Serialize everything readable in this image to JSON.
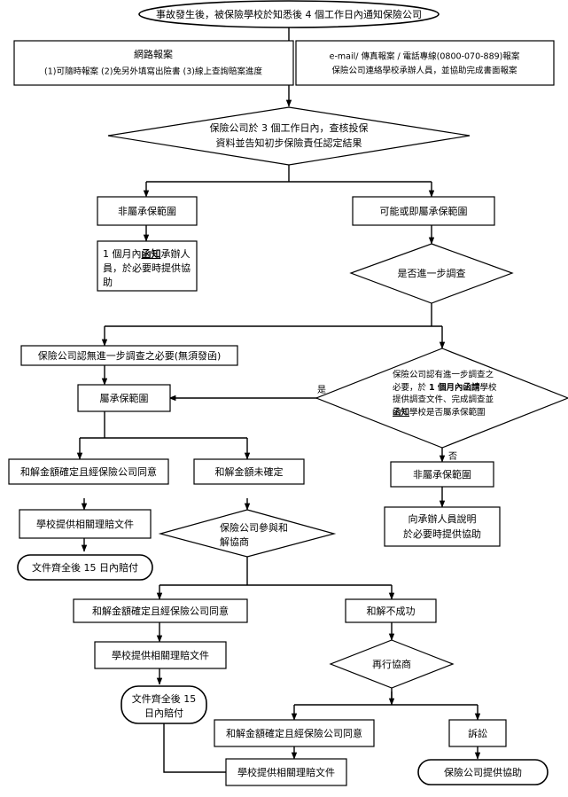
{
  "diagram": {
    "title": "學校保險理賠流程圖",
    "type": "flowchart",
    "colors": {
      "stroke": "#000000",
      "fill": "#ffffff",
      "text": "#000000"
    }
  },
  "nodes": {
    "start": {
      "shape": "terminator",
      "text": "事故發生後，被保險學校於知悉後 4 個工作日內通知保險公司"
    },
    "online_report": {
      "shape": "process",
      "line1": "網路報案",
      "line2": "(1)可隨時報案  (2)免另外填寫出險書  (3)線上查詢賠案進度"
    },
    "email_report": {
      "shape": "process",
      "line1": "e-mail/ 傳真報案 / 電話專線(0800-070-889)報案",
      "line2": "保險公司連絡學校承辦人員，並協助完成書面報案"
    },
    "review": {
      "shape": "decision",
      "line1": "保險公司於 3 個工作日內，查核投保",
      "line2": "資料並告知初步保險責任認定結果"
    },
    "not_covered_1": {
      "shape": "process",
      "text": "非屬承保範圍"
    },
    "notify_1month": {
      "shape": "process",
      "line1_a": "1 個月內",
      "line1_b": "函知",
      "line1_c": "承辦人",
      "line2": "員，於必要時提供協",
      "line3": "助"
    },
    "maybe_covered": {
      "shape": "process",
      "text": "可能或即屬承保範圍"
    },
    "further_investigation": {
      "shape": "decision",
      "text": "是否進一步調查"
    },
    "no_investigation_needed": {
      "shape": "process",
      "text": "保險公司認無進一步調查之必要(無須發函)"
    },
    "investigation_needed": {
      "shape": "decision",
      "l1": "保險公司認有進一步調查之",
      "l2_a": "必要，於 ",
      "l2_b": "1 個月內函請",
      "l2_c": "學校",
      "l3": "提供調查文件、完成調查並",
      "l4_a": "函知",
      "l4_b": "學校是否屬承保範圍"
    },
    "covered": {
      "shape": "process",
      "text": "屬承保範圍"
    },
    "not_covered_2": {
      "shape": "process",
      "text": "非屬承保範圍"
    },
    "explain_to_staff": {
      "shape": "process",
      "line1": "向承辦人員說明",
      "line2": "於必要時提供協助"
    },
    "amount_agreed_1": {
      "shape": "process",
      "text": "和解金額確定且經保險公司同意"
    },
    "amount_undecided": {
      "shape": "process",
      "text": "和解金額未確定"
    },
    "school_docs_1": {
      "shape": "process",
      "text": "學校提供相關理賠文件"
    },
    "payout_1": {
      "shape": "terminator",
      "text": "文件齊全後 15 日內賠付"
    },
    "insurer_negotiate": {
      "shape": "decision",
      "line1": "保險公司參與和",
      "line2": "解協商"
    },
    "amount_agreed_2": {
      "shape": "process",
      "text": "和解金額確定且經保險公司同意"
    },
    "school_docs_2": {
      "shape": "process",
      "text": "學校提供相關理賠文件"
    },
    "payout_2": {
      "shape": "terminator",
      "line1": "文件齊全後 15",
      "line2": "日內賠付"
    },
    "settlement_failed": {
      "shape": "process",
      "text": "和解不成功"
    },
    "renegotiate": {
      "shape": "decision",
      "text": "再行協商"
    },
    "amount_agreed_3": {
      "shape": "process",
      "text": "和解金額確定且經保險公司同意"
    },
    "school_docs_3": {
      "shape": "process",
      "text": "學校提供相關理賠文件"
    },
    "litigation": {
      "shape": "process",
      "text": "訴訟"
    },
    "insurer_assist": {
      "shape": "terminator",
      "text": "保險公司提供協助"
    }
  },
  "edge_labels": {
    "yes": "是",
    "no": "否"
  }
}
